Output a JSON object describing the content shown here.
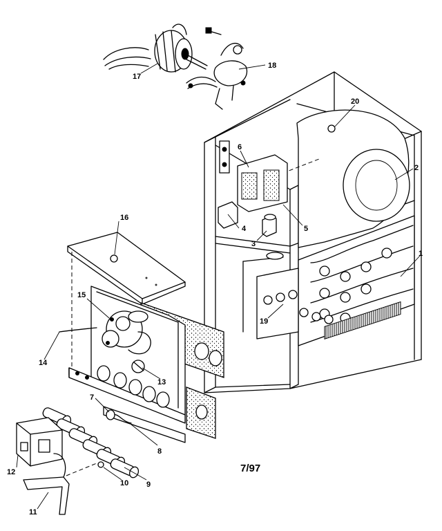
{
  "labels": {
    "p1": "1",
    "p2": "2",
    "p3": "3",
    "p4": "4",
    "p5": "5",
    "p6": "6",
    "p7": "7",
    "p8": "8",
    "p9": "9",
    "p10": "10",
    "p11": "11",
    "p12": "12",
    "p13": "13",
    "p14": "14",
    "p15": "15",
    "p16": "16",
    "p17": "17",
    "p18": "18",
    "p19": "19",
    "p20": "20"
  },
  "date_code": "7/97"
}
